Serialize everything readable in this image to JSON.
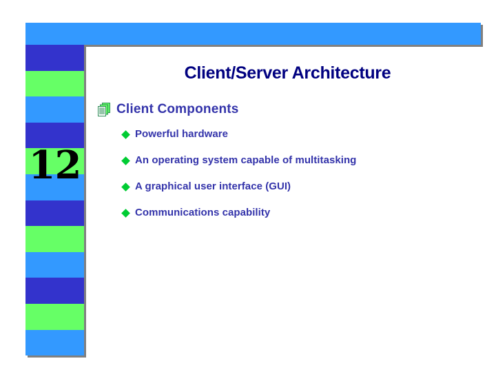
{
  "slide": {
    "page_number": "12",
    "title": "Client/Server Architecture",
    "level1": {
      "icon": "document-stack-icon",
      "label": "Client Components"
    },
    "bullets": [
      {
        "marker": "diamond-bullet-icon",
        "text": "Powerful hardware"
      },
      {
        "marker": "diamond-bullet-icon",
        "text": "An operating system capable of multitasking"
      },
      {
        "marker": "diamond-bullet-icon",
        "text": "A graphical user interface (GUI)"
      },
      {
        "marker": "diamond-bullet-icon",
        "text": "Communications capability"
      }
    ]
  },
  "theme": {
    "banner_color": "#3399ff",
    "stripe_dark_blue": "#3333cc",
    "stripe_green": "#66ff66",
    "stripe_light_blue": "#3399ff",
    "title_color": "#000080",
    "body_text_color": "#3333aa",
    "bullet_marker_color": "#00cc33",
    "background": "#ffffff",
    "shadow_color": "#808080"
  },
  "sidebar": {
    "stripe_sequence": [
      "dark",
      "green",
      "blue",
      "dark",
      "green",
      "blue",
      "dark",
      "green",
      "blue",
      "dark",
      "green",
      "blue"
    ]
  }
}
